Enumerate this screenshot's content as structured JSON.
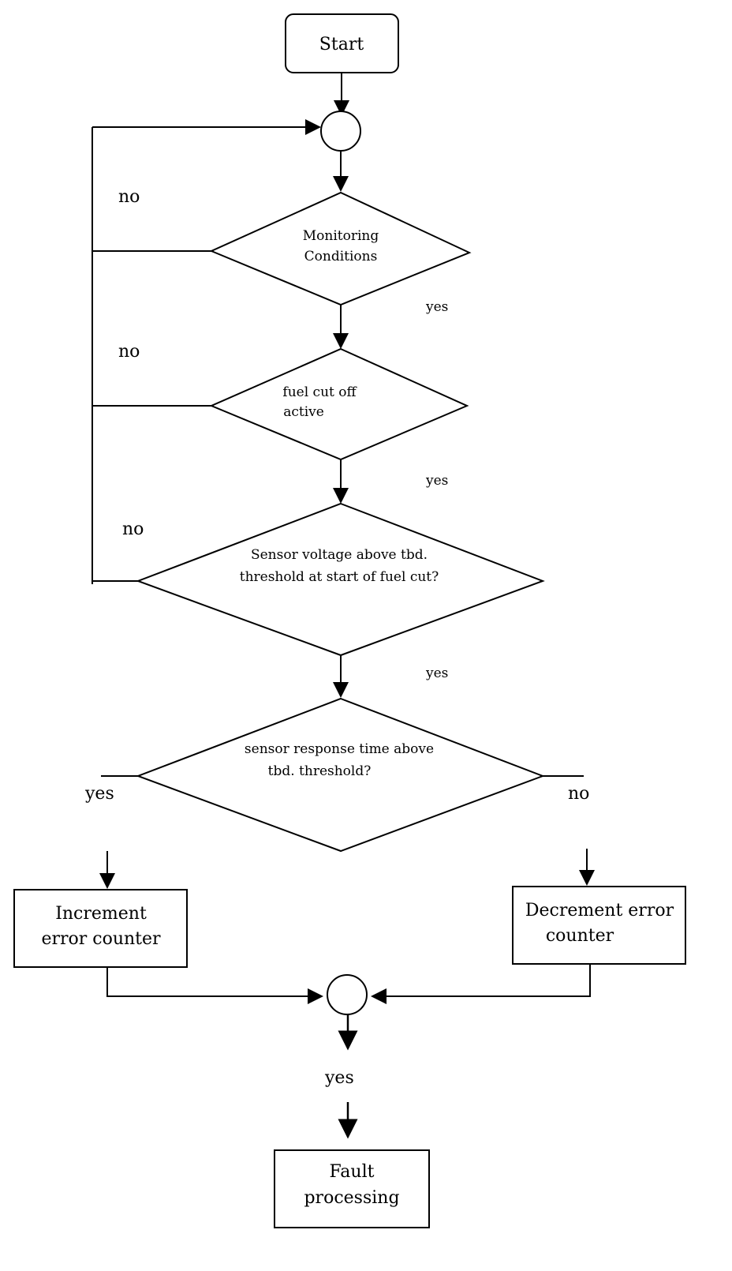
{
  "flowchart": {
    "start": "Start",
    "decisions": {
      "monitoring": [
        "Monitoring",
        "Conditions"
      ],
      "fuel_cut": [
        "fuel cut off",
        "active"
      ],
      "sensor_voltage": [
        "Sensor voltage above tbd.",
        "threshold at start of fuel cut?"
      ],
      "response_time": [
        "sensor response time above",
        "tbd. threshold?"
      ]
    },
    "processes": {
      "increment": [
        "Increment",
        "error counter"
      ],
      "decrement": [
        "Decrement error",
        "counter"
      ],
      "fault": [
        "Fault",
        "processing"
      ]
    },
    "branch_labels": {
      "no_1": "no",
      "no_2": "no",
      "no_3": "no",
      "yes_1": "yes",
      "yes_2": "yes",
      "yes_3": "yes",
      "yes_left": "yes",
      "no_right": "no",
      "yes_bottom": "yes"
    }
  }
}
